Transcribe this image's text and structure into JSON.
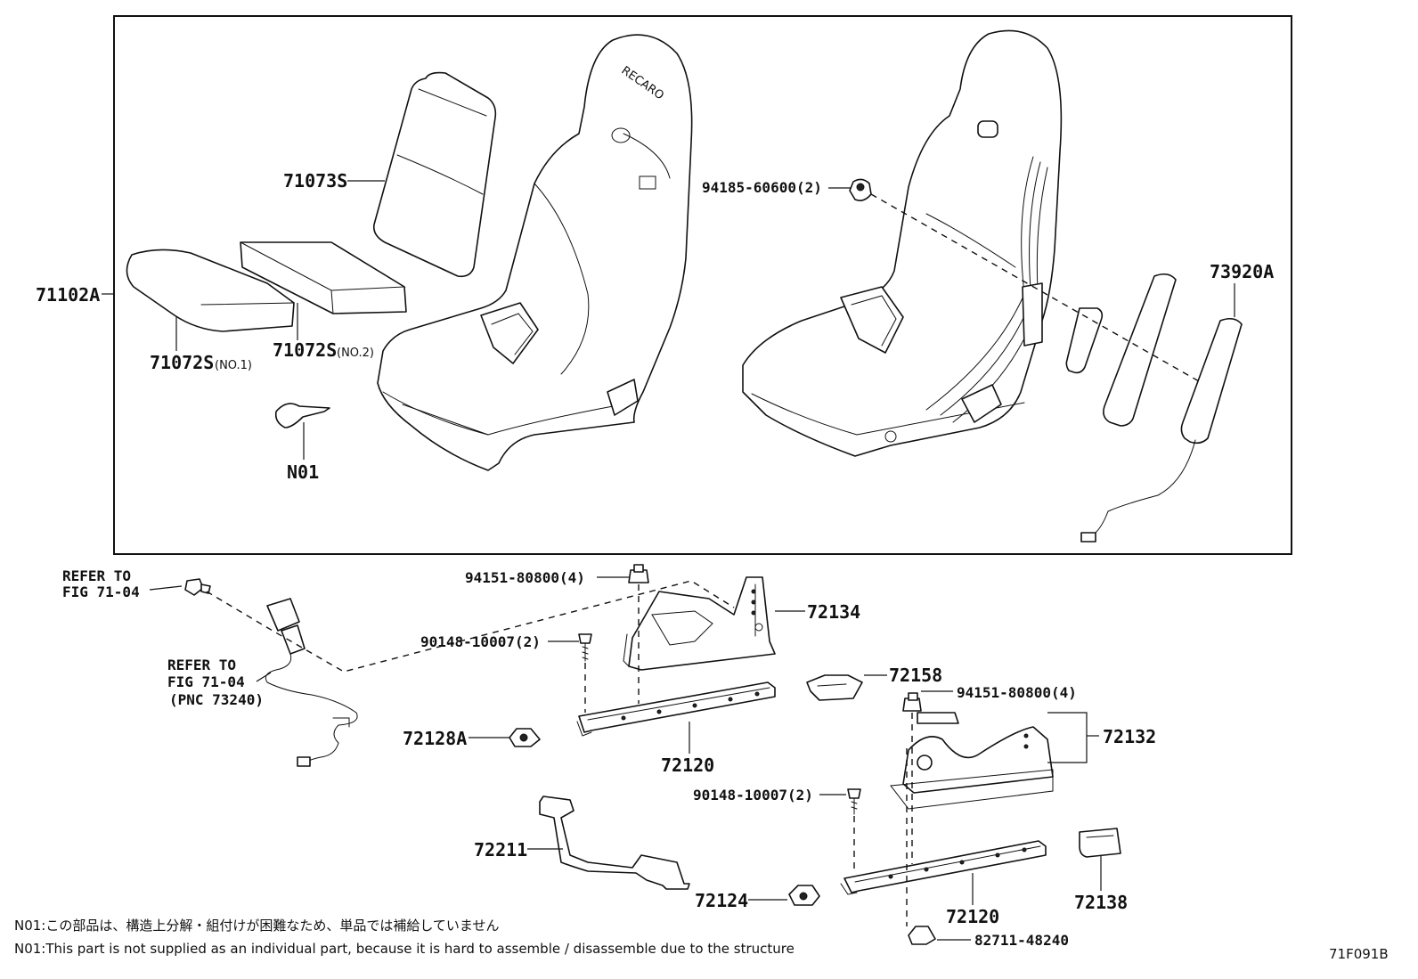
{
  "diagram_id": "71F091B",
  "parts": {
    "p71102A": "71102A",
    "p71073S": "71073S",
    "p71072S_no1": "71072S",
    "p71072S_no1_sub": "(NO.1)",
    "p71072S_no2": "71072S",
    "p71072S_no2_sub": "(NO.2)",
    "pN01": "N01",
    "p94185": "94185-60600(2)",
    "p73920A": "73920A",
    "p94151_a": "94151-80800(4)",
    "p72134": "72134",
    "p90148_a": "90148-10007(2)",
    "p72158": "72158",
    "p94151_b": "94151-80800(4)",
    "p72128A": "72128A",
    "p72120_a": "72120",
    "p72132": "72132",
    "p90148_b": "90148-10007(2)",
    "p72211": "72211",
    "p72124": "72124",
    "p72120_b": "72120",
    "p72138": "72138",
    "p82711": "82711-48240"
  },
  "refs": {
    "ref1_line1": "REFER TO",
    "ref1_line2": "FIG 71-04",
    "ref2_line1": "REFER TO",
    "ref2_line2": "FIG 71-04",
    "ref2_line3": "(PNC 73240)"
  },
  "seat_logo": "RECARO",
  "notes": {
    "jp": "N01:この部品は、構造上分解・組付けが困難なため、単品では補給していません",
    "en": "N01:This part is not supplied as an individual part, because it is hard to assemble / disassemble due to the structure"
  }
}
